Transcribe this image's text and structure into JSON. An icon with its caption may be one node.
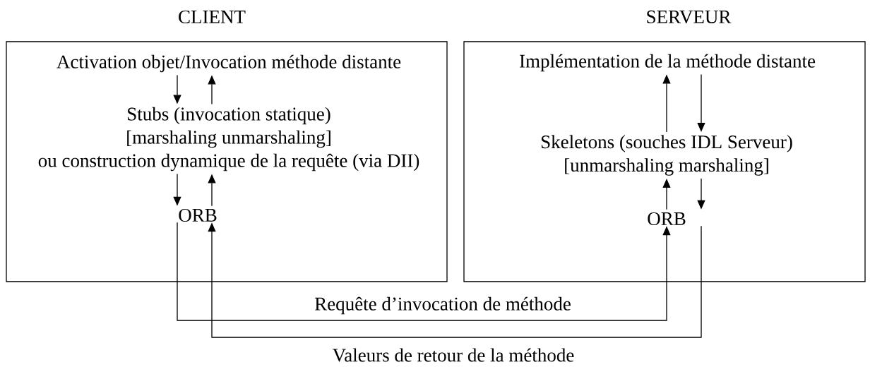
{
  "diagram": {
    "nodes": [
      {
        "text": [
          "CLIENT"
        ]
      },
      {
        "text": [
          "Activation objet/Invocation méthode distante"
        ],
        "in": 0
      },
      {
        "text": [
          "Stubs (invocation statique)",
          "[marshaling unmarshaling]",
          "ou construction dynamique de la requête (via DII)"
        ],
        "in": 0
      },
      {
        "text": [
          "ORB"
        ],
        "in": 0
      },
      {
        "text": [
          "SERVEUR"
        ]
      },
      {
        "text": [
          "Implémentation de la méthode distante"
        ],
        "in": 4
      },
      {
        "text": [
          "Skeletons (souches IDL Serveur)",
          "[unmarshaling marshaling]"
        ],
        "in": 4
      },
      {
        "text": [
          "ORB"
        ],
        "in": 4
      }
    ],
    "edges": [
      {
        "from": 1,
        "to": 2,
        "arrow": "to"
      },
      {
        "from": 2,
        "to": 1,
        "arrow": "to"
      },
      {
        "from": 2,
        "to": 3,
        "arrow": "to"
      },
      {
        "from": 3,
        "to": 2,
        "arrow": "to"
      },
      {
        "from": 6,
        "to": 5,
        "arrow": "to"
      },
      {
        "from": 5,
        "to": 6,
        "arrow": "to"
      },
      {
        "from": 7,
        "to": 6,
        "arrow": "to"
      },
      {
        "from": 6,
        "to": 7,
        "arrow": "to"
      },
      {
        "from": 3,
        "to": 7,
        "arrow": "to",
        "label": "Requête d’invocation de méthode"
      },
      {
        "from": 7,
        "to": 3,
        "arrow": "to",
        "label": "Valeurs de retour de la méthode"
      }
    ]
  }
}
